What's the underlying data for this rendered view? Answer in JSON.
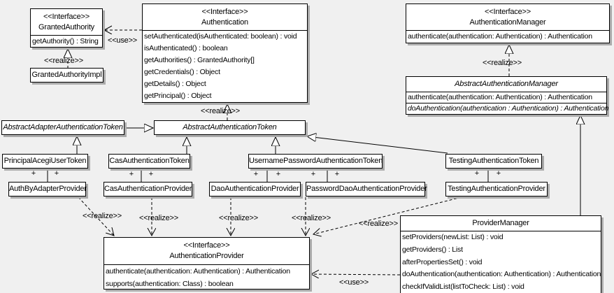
{
  "classes": {
    "granted_authority": {
      "stereotype": "<<Interface>>",
      "name": "GrantedAuthority",
      "methods": [
        "getAuthority() : String"
      ]
    },
    "granted_authority_impl": {
      "name": "GrantedAuthorityImpl"
    },
    "authentication": {
      "stereotype": "<<Interface>>",
      "name": "Authentication",
      "methods": [
        "setAuthenticated(isAuthenticated: boolean) : void",
        "isAuthenticated() : boolean",
        "getAuthorities() : GrantedAuthority[]",
        "getCredentials() : Object",
        "getDetails() : Object",
        "getPrincipal() : Object"
      ]
    },
    "authentication_manager": {
      "stereotype": "<<Interface>>",
      "name": "AuthenticationManager",
      "methods": [
        "authenticate(authentication: Authentication) : Authentication"
      ]
    },
    "abstract_authentication_manager": {
      "name": "AbstractAuthenticationManager",
      "methods": [
        "authenticate(authentication: Authentication) : Authentication",
        "doAuthentication(authentication : Authentication) : Authentication"
      ]
    },
    "abstract_adapter_authentication_token": {
      "name": "AbstractAdapterAuthenticationToken"
    },
    "abstract_authentication_token": {
      "name": "AbstractAuthenticationToken"
    },
    "principal_acegi_user_token": {
      "name": "PrincipalAcegiUserToken"
    },
    "cas_authentication_token": {
      "name": "CasAuthenticationToken"
    },
    "username_password_authentication_token": {
      "name": "UsernamePasswordAuthenticationToken"
    },
    "testing_authentication_token": {
      "name": "TestingAuthenticationToken"
    },
    "auth_by_adapter_provider": {
      "name": "AuthByAdapterProvider"
    },
    "cas_authentication_provider": {
      "name": "CasAuthenticationProvider"
    },
    "dao_authentication_provider": {
      "name": "DaoAuthenticationProvider"
    },
    "password_dao_authentication_provider": {
      "name": "PasswordDaoAuthenticationProvider"
    },
    "testing_authentication_provider": {
      "name": "TestingAuthenticationProvider"
    },
    "authentication_provider": {
      "stereotype": "<<Interface>>",
      "name": "AuthenticationProvider",
      "methods": [
        "authenticate(authentication: Authentication) : Authentication",
        "supports(authentication: Class) : boolean"
      ]
    },
    "provider_manager": {
      "name": "ProviderManager",
      "methods": [
        "setProviders(newList: List) : void",
        "getProviders() : List",
        "afterPropertiesSet() : void",
        "doAuthentication(authentication: Authentication) : Authentication",
        "checkIfValidList(listToCheck: List) : void"
      ]
    }
  },
  "edge_labels": {
    "use": "<<use>>",
    "realize": "<<realize>>",
    "plus": "+"
  },
  "colors": {
    "background": "#f0f0f0",
    "box_fill": "#ffffff",
    "box_border": "#000000",
    "box_shadow": "#ababab"
  }
}
